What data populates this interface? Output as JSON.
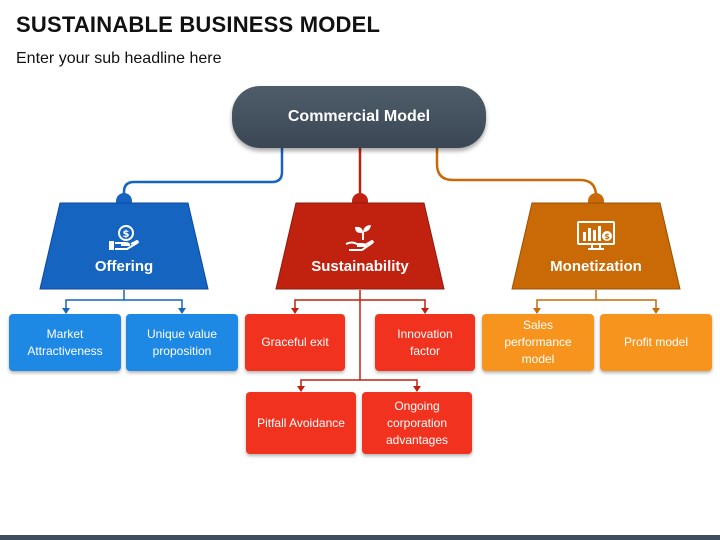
{
  "title": "SUSTAINABLE BUSINESS MODEL",
  "subtitle": "Enter your sub headline here",
  "root": {
    "label": "Commercial Model"
  },
  "categories": [
    {
      "label": "Offering",
      "icon": "hand-coin-icon",
      "color": "#1565c0"
    },
    {
      "label": "Sustainability",
      "icon": "hand-plant-icon",
      "color": "#c0220f"
    },
    {
      "label": "Monetization",
      "icon": "monitor-chart-icon",
      "color": "#c96a06"
    }
  ],
  "offering_items": [
    "Market Attractiveness",
    "Unique value proposition"
  ],
  "sustainability_items": [
    "Graceful exit",
    "Innovation factor",
    "Pitfall Avoidance",
    "Ongoing corporation advantages"
  ],
  "monetization_items": [
    "Sales performance model",
    "Profit model"
  ],
  "colors": {
    "root": "#45525f",
    "offering": "#1565c0",
    "offering_box": "#1e88e5",
    "sustainability": "#c0220f",
    "sustainability_box": "#f0321e",
    "monetization": "#c96a06",
    "monetization_box": "#f7941d"
  }
}
